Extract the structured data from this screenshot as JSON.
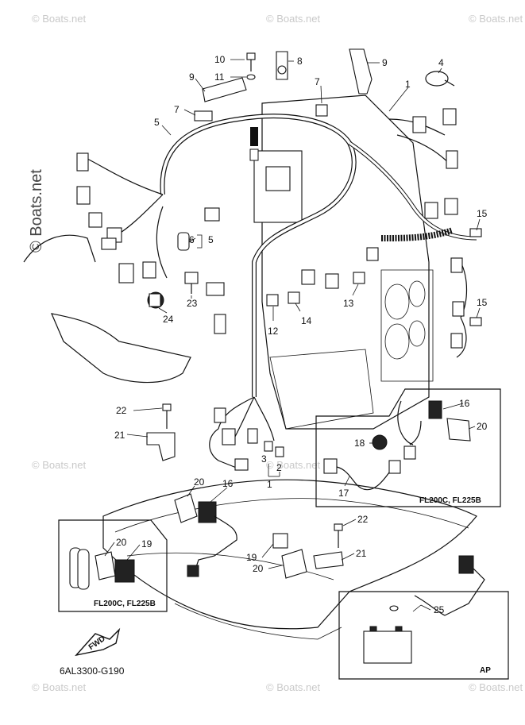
{
  "watermarks": {
    "text": "© Boats.net",
    "vertical": "© Boats.net"
  },
  "callouts": [
    "10",
    "8",
    "9",
    "4",
    "9",
    "11",
    "7",
    "1",
    "7",
    "5",
    "6",
    "5",
    "15",
    "23",
    "24",
    "13",
    "12",
    "14",
    "15",
    "22",
    "21",
    "16",
    "20",
    "18",
    "17",
    "3",
    "2",
    "1",
    "20",
    "16",
    "22",
    "19",
    "20",
    "21",
    "20",
    "19",
    "25"
  ],
  "insets": {
    "inset_a_label": "FL200C, FL225B",
    "inset_b_label": "FL200C, FL225B",
    "inset_c_label": "AP"
  },
  "footer": {
    "part_code": "6AL3300-G190",
    "fwd_label": "FWD"
  }
}
